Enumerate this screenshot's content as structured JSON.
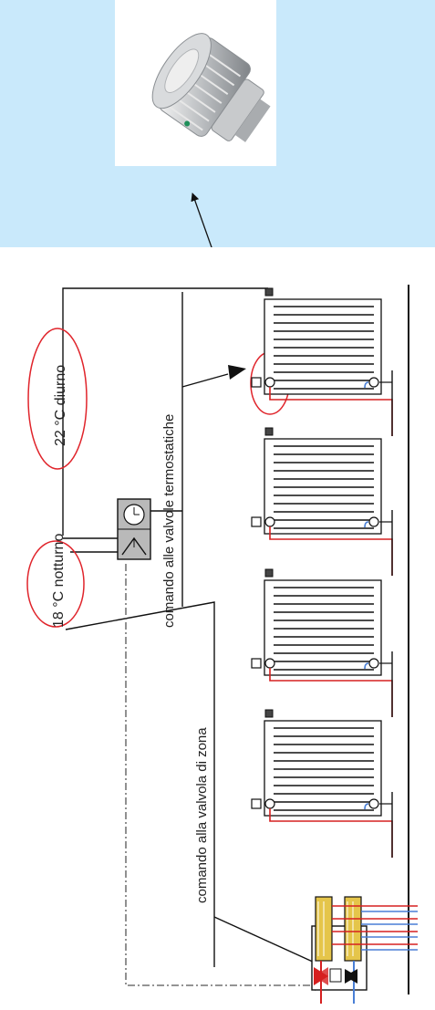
{
  "labels": {
    "day_temp": "22 °C diurno",
    "night_temp": "18 °C notturno",
    "thermostatic_command": "comando alle valvole termostatiche",
    "zone_valve_command": "comando alla valvola di zona"
  },
  "colors": {
    "page_background": "#c9e9fb",
    "diagram_background": "#ffffff",
    "highlight_ellipse": "#e0242b",
    "supply_pipe": "#d62020",
    "return_pipe": "#4a7fd6",
    "collector": "#e5c54a",
    "line": "#111111"
  },
  "diagram": {
    "radiator_count": 4,
    "manifold_circuits": 4
  }
}
